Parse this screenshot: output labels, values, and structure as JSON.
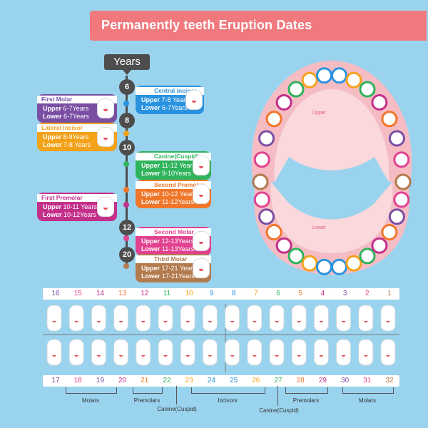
{
  "title": "Permanently teeth Eruption Dates",
  "years_label": "Years",
  "ages": [
    "6",
    "8",
    "10",
    "12",
    "20"
  ],
  "cards": [
    {
      "name": "Central incisor",
      "upper": "Upper",
      "upper_val": "7-8 Years",
      "lower": "Lower",
      "lower_val": "6-7Years",
      "color": "#2a93e0"
    },
    {
      "name": "First Molar",
      "upper": "Upper",
      "upper_val": "6-7Years",
      "lower": "Lower",
      "lower_val": "6-7Years",
      "color": "#7a4fa3"
    },
    {
      "name": "Lateral incisor",
      "upper": "Upper",
      "upper_val": "8-9Years",
      "lower": "Lower",
      "lower_val": "7-8 Years",
      "color": "#f4a21a"
    },
    {
      "name": "Canine(Cuspid)",
      "upper": "Upper",
      "upper_val": "11-12 Years",
      "lower": "Lower",
      "lower_val": "9-10Years",
      "color": "#2fb35b"
    },
    {
      "name": "Second Premolar",
      "upper": "Upper",
      "upper_val": "10-12 Years",
      "lower": "Lower",
      "lower_val": "11-12Years",
      "color": "#f0762a"
    },
    {
      "name": "First Premolar",
      "upper": "Upper",
      "upper_val": "10-11 Years",
      "lower": "Lower",
      "lower_val": "10-12Years",
      "color": "#c3308a"
    },
    {
      "name": "Second Molar",
      "upper": "Upper",
      "upper_val": "12-13Years",
      "lower": "Lower",
      "lower_val": "11-13Years",
      "color": "#e2418f"
    },
    {
      "name": "Third Molar",
      "upper": "Upper",
      "upper_val": "17-21 Years",
      "lower": "Lower",
      "lower_val": "17-21Years",
      "color": "#b27a4d"
    }
  ],
  "arch": {
    "upper": "Upper",
    "lower": "Lower"
  },
  "top_numbers": [
    "16",
    "15",
    "14",
    "13",
    "12",
    "11",
    "10",
    "9",
    "8",
    "7",
    "6",
    "5",
    "4",
    "3",
    "2",
    "1"
  ],
  "bottom_numbers": [
    "17",
    "18",
    "19",
    "20",
    "21",
    "22",
    "23",
    "24",
    "25",
    "26",
    "27",
    "28",
    "29",
    "30",
    "31",
    "32"
  ],
  "bottom_labels": {
    "molars_left": "Molars",
    "premolars_left": "Premolars",
    "canine_left": "Canine(Cuspid)",
    "incisors": "Incisors",
    "canine_right": "Canine(Cuspid)",
    "premolars_right": "Premolars",
    "molars_right": "Molars"
  },
  "colors": {
    "background": "#9ad3ee",
    "title": "#f0797e",
    "dark": "#4d4d4d"
  }
}
